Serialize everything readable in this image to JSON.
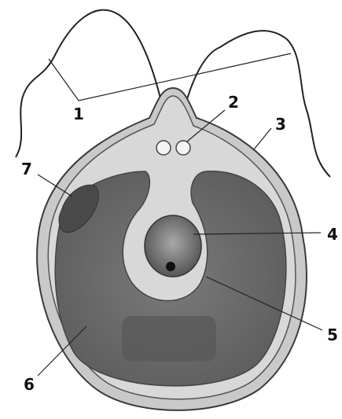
{
  "diagram": {
    "labels": [
      "1",
      "2",
      "3",
      "4",
      "5",
      "6",
      "7"
    ]
  },
  "colors": {
    "outline": "#3a3a3a",
    "wall": "#c9c9c9",
    "cytoplasm": "#d6d6d6",
    "chloroplast": "#6f6f6f",
    "pyrenoid": "#5a5a5a",
    "nucleus": "#8a8a8a",
    "nucleolus": "#111111",
    "stigma": "#4a4a4a"
  }
}
